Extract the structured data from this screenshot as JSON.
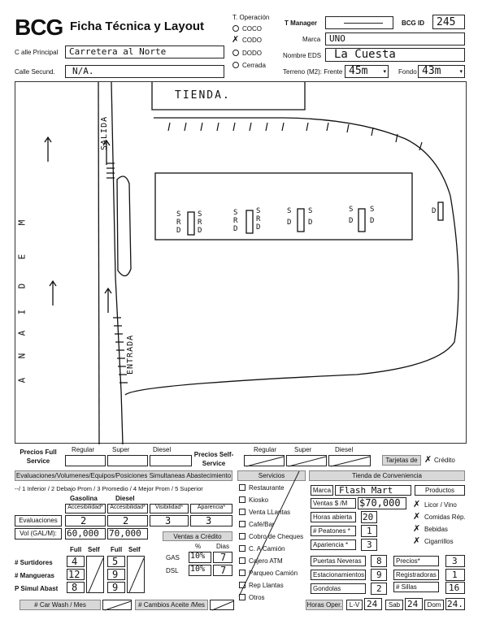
{
  "header": {
    "logo": "BCG",
    "title": "Ficha Técnica y Layout",
    "calle_principal_label": "C alle Principal",
    "calle_principal_value": "Carretera al Norte",
    "calle_secund_label": "Calle Secund.",
    "calle_secund_value": "N/A.",
    "t_operacion_label": "T. Operación",
    "op_options": [
      "COCO",
      "CODO",
      "DODO",
      "Cerrada"
    ],
    "op_marks": [
      "",
      "✗",
      "",
      ""
    ],
    "t_manager_label": "T Manager",
    "t_manager_value": "",
    "bcg_id_label": "BCG ID",
    "bcg_id_value": "245",
    "marca_label": "Marca",
    "marca_value": "UNO",
    "nombre_eds_label": "Nombre EDS",
    "nombre_eds_value": "La Cuesta",
    "terreno_label": "Terreno (M2): Frente",
    "terreno_value": "45m",
    "fondo_label": "Fondo",
    "fondo_value": "43m"
  },
  "layout": {
    "tienda": "TIENDA.",
    "salida": "SALIDA",
    "entrada": "ENTRADA",
    "mediana": [
      "M",
      "E",
      "D",
      "I",
      "A",
      "N",
      "A"
    ],
    "pump_sr": [
      "S",
      "R"
    ],
    "pump_d": "D",
    "pump_s": "S"
  },
  "precios": {
    "full_label": "Precios Full Service",
    "self_label": "Precios Self-Service",
    "cols": [
      "Regular",
      "Super",
      "Diesel"
    ],
    "tarjetas_label": "Tarjetas de",
    "credito_label": "Crédito",
    "credito_mark": "✗"
  },
  "evaluaciones": {
    "header": "Evaluaciones/Volumenes/Equipos/Posiciones Simultaneas Abastecimiento",
    "scale": "--/  1 Inferior  /  2 Debajo Prom  /  3 Promedio  /  4 Mejor Prom  /  5 Superior",
    "gasolina": "Gasolina",
    "diesel": "Diesel",
    "acc": "Accesibilidad*",
    "vis": "Visibilidad*",
    "apa": "Aparencia*",
    "eval_label": "Evaluaciones",
    "eval_values": [
      "2",
      "2",
      "3",
      "3"
    ],
    "vol_label": "Vol (GAL/M):",
    "vol_values": [
      "60,000",
      "70,000"
    ],
    "ventas_credito": "Ventas a Crédito",
    "pct": "%",
    "dias": "Dias",
    "gas": "GAS",
    "dsl": "DSL",
    "gas_pct": "10%",
    "gas_dias": "7",
    "dsl_pct": "10%",
    "dsl_dias": "7",
    "full": "Full",
    "self": "Self",
    "surtidores_label": "# Surtidores",
    "mangueras_label": "# Mangueras",
    "simul_label": "P Simul Abast",
    "gas_full": [
      "4",
      "12",
      "8"
    ],
    "dsl_full": [
      "5",
      "9",
      "9"
    ],
    "car_wash": "# Car Wash / Mes",
    "cambios": "# Cambios Aceite /Mes"
  },
  "servicios": {
    "header": "Servicios",
    "items": [
      "Restaurante",
      "Kiosko",
      "Venta LLantas",
      "Café/Bar",
      "Cobro de Cheques",
      "C. A Camión",
      "Cajero ATM",
      "Parqueo Camión",
      "Rep Llantas",
      "Otros"
    ]
  },
  "tienda_conv": {
    "header": "Tienda de Conveniencia",
    "marca_label": "Marca",
    "marca_value": "Flash Mart",
    "productos": "Productos",
    "ventas_label": "Ventas $ /M",
    "ventas_value": "$70,000",
    "horas_label": "Horas abierta",
    "horas_value": "20",
    "peatones_label": "# Peatones *",
    "peatones_value": "1",
    "apariencia_label": "Apariencia *",
    "apariencia_value": "3",
    "prod_items": [
      "Licor / Vino",
      "Comidas Rép.",
      "Bebidas",
      "Cigarrillos"
    ],
    "prod_marks": [
      "✗",
      "✗",
      "✗",
      "✗"
    ],
    "puertas_label": "Puertas Neveras",
    "puertas_value": "8",
    "precios_label": "Precios*",
    "precios_value": "3",
    "estac_label": "Estacionamientos",
    "estac_value": "9",
    "registradoras_label": "Registradoras",
    "registradoras_value": "1",
    "gondolas_label": "Gondolas",
    "gondolas_value": "2",
    "sillas_label": "# Sillas",
    "sillas_value": "16",
    "horas_oper": "Horas Oper.",
    "lv": "L-V",
    "lv_value": "24",
    "sab": "Sab",
    "sab_value": "24",
    "dom": "Dom",
    "dom_value": "24."
  }
}
